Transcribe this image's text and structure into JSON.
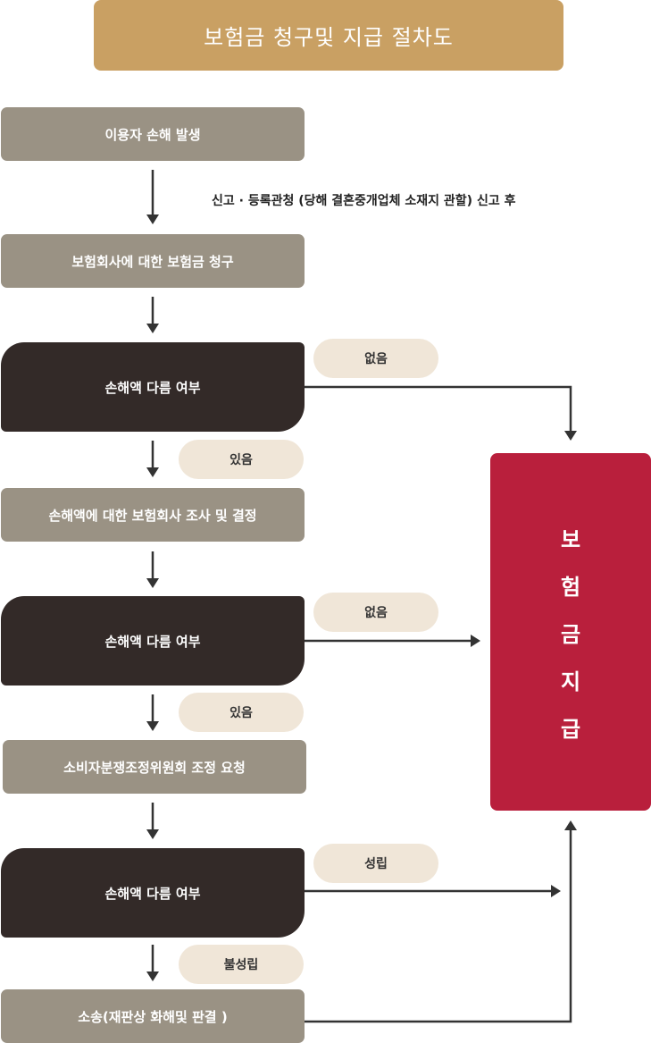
{
  "title": "보험금 청구및 지급 절차도",
  "note": "신고 · 등록관청 (당해 결혼중개업체 소재지 관할) 신고 후",
  "steps": {
    "s1": "이용자 손해 발생",
    "s2": "보험회사에 대한 보험금 청구",
    "d1": "손해액 다름 여부",
    "s3": "손해액에 대한 보험회사 조사 및 결정",
    "d2": "손해액 다름 여부",
    "s4": "소비자분쟁조정위원회 조정 요청",
    "d3": "손해액 다름 여부",
    "s5": "소송(재판상 화해및 판결 )"
  },
  "labels": {
    "none1": "없음",
    "yes1": "있음",
    "none2": "없음",
    "yes2": "있음",
    "agreed": "성립",
    "not_agreed": "불성립"
  },
  "payment": [
    "보",
    "험",
    "금",
    "지",
    "급"
  ],
  "colors": {
    "title": "#c9a063",
    "step": "#9a9284",
    "decision": "#332a28",
    "label": "#f0e6d8",
    "payment": "#b91f3c"
  }
}
